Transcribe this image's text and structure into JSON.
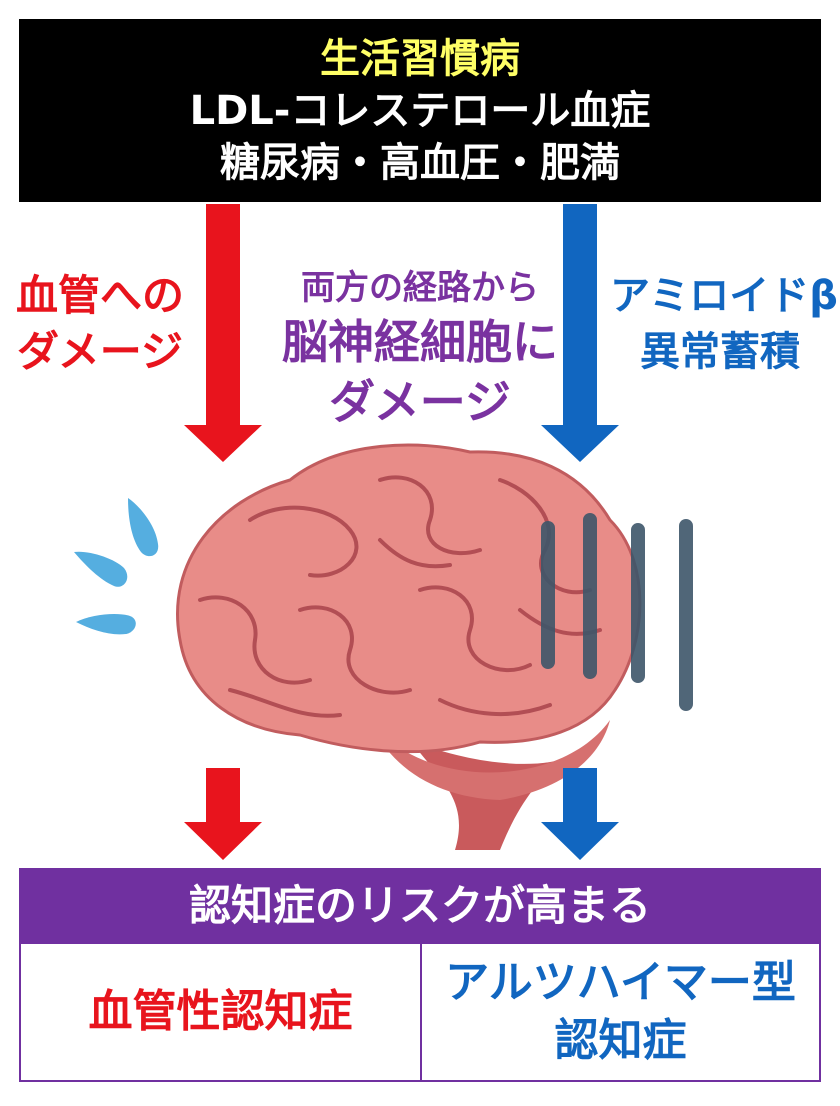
{
  "header": {
    "line1": "生活習慣病",
    "line2": "LDL-コレステロール血症",
    "line3": "糖尿病・高血圧・肥満"
  },
  "left_path": {
    "line1": "血管への",
    "line2": "ダメージ"
  },
  "center_text": {
    "line1": "両方の経路から",
    "line2": "脳神経細胞に",
    "line3": "ダメージ"
  },
  "right_path": {
    "line1": "アミロイドβ",
    "line2": "異常蓄積"
  },
  "result": {
    "label": "認知症のリスクが高まる"
  },
  "outcomes": {
    "left": {
      "line1": "血管性認知症"
    },
    "right": {
      "line1": "アルツハイマー型",
      "line2": "認知症"
    }
  },
  "colors": {
    "red": "#e8141d",
    "blue": "#1166c0",
    "purple": "#7030a0",
    "header_bg": "#000000",
    "header_title": "#ffff66"
  }
}
